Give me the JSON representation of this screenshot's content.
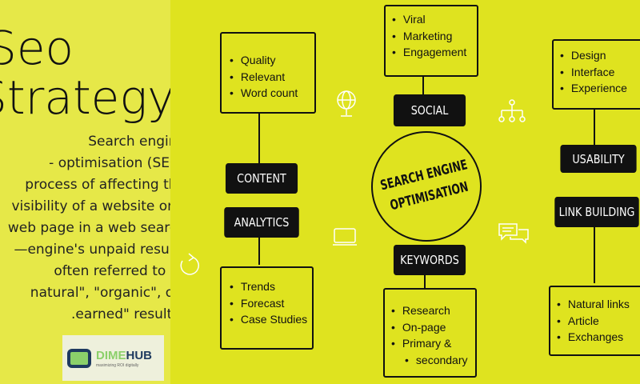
{
  "title": {
    "line1": "Seo",
    "line2": "Strategy"
  },
  "description": "Search engine\noptimisation (SEO) -\nprocess of affecting the\nvisibility of a website or a\nweb page in a web search\nengine's unpaid results—\noften referred to as\n\"natural\", \"organic\", or\n\"earned\" results.",
  "logo": {
    "name_light": "DIME",
    "name_dark": "HUB",
    "tagline": "maximizing ROI digitally"
  },
  "center": {
    "line1": "SEARCH ENGINE",
    "line2": "OPTIMISATION"
  },
  "nodes": {
    "content": {
      "label": "CONTENT",
      "items": [
        "Quality",
        "Relevant",
        "Word count"
      ]
    },
    "analytics": {
      "label": "ANALYTICS",
      "items": [
        "Trends",
        "Forecast",
        "Case Studies"
      ]
    },
    "social": {
      "label": "SOCIAL",
      "items": [
        "Viral",
        "Marketing",
        "Engagement"
      ]
    },
    "keywords": {
      "label": "KEYWORDS",
      "items": [
        "Research",
        "On-page",
        "Primary &",
        "secondary"
      ]
    },
    "usability": {
      "label": "USABILITY",
      "items": [
        "Design",
        "Interface",
        "Experience"
      ]
    },
    "link_building": {
      "label": "LINK BUILDING",
      "items": [
        "Natural links",
        "Article",
        "Exchanges"
      ]
    }
  },
  "colors": {
    "background": "#dfe31f",
    "panel": "#e6e848",
    "label": "#111111"
  }
}
